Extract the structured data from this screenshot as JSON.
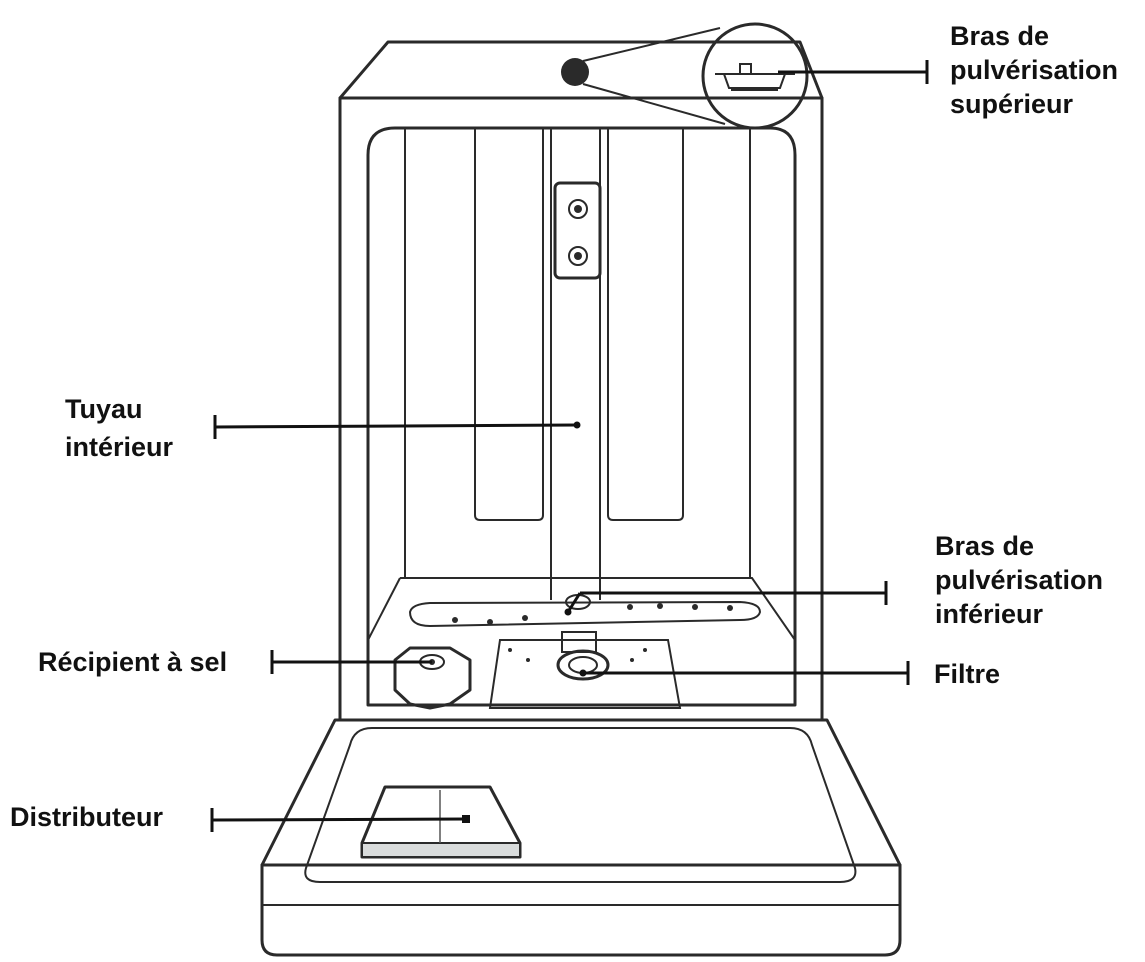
{
  "labels": {
    "upper_arm": [
      "Bras de",
      "pulvérisation",
      "supérieur"
    ],
    "inner_pipe": [
      "Tuyau",
      "intérieur"
    ],
    "lower_arm": [
      "Bras de",
      "pulvérisation",
      "inférieur"
    ],
    "salt": [
      "Récipient à sel"
    ],
    "filter": [
      "Filtre"
    ],
    "dispenser": [
      "Distributeur"
    ]
  },
  "colors": {
    "ink": "#111111",
    "outline": "#2a2a2a",
    "background": "#ffffff"
  }
}
